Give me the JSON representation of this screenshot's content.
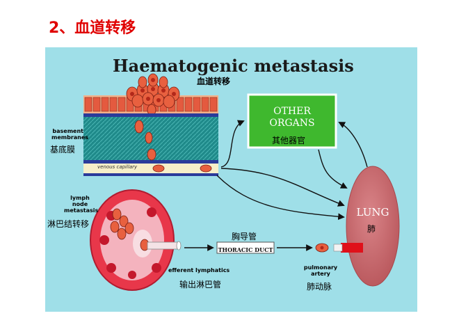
{
  "slide": {
    "title": "2、血道转移"
  },
  "diagram": {
    "headline": "Haematogenic metastasis",
    "headline_cn": "血道转移",
    "other_organs": {
      "line1": "OTHER",
      "line2": "ORGANS",
      "cn": "其他器官"
    },
    "basement": {
      "en_line1": "basement",
      "en_line2": "membranes",
      "cn": "基底膜"
    },
    "venous_capillary": "venous capillary",
    "lymph": {
      "en_line1": "lymph",
      "en_line2": "node",
      "en_line3": "metastasis",
      "cn": "淋巴结转移"
    },
    "thoracic_duct": {
      "en": "THORACIC DUCT",
      "cn": "胸导管"
    },
    "efferent": {
      "en": "efferent lymphatics",
      "cn": "输出淋巴管"
    },
    "pulmonary": {
      "en_line1": "pulmonary",
      "en_line2": "artery",
      "cn": "肺动脉"
    },
    "lung": {
      "en": "LUNG",
      "cn": "肺"
    }
  },
  "colors": {
    "title": "#e00000",
    "panel_background": "#9fdfe8",
    "organs_box": "#3fb82e",
    "lung": "#c86468",
    "tumor_cell": "#e04a3a",
    "vessel_band": "#1f8a8a"
  }
}
